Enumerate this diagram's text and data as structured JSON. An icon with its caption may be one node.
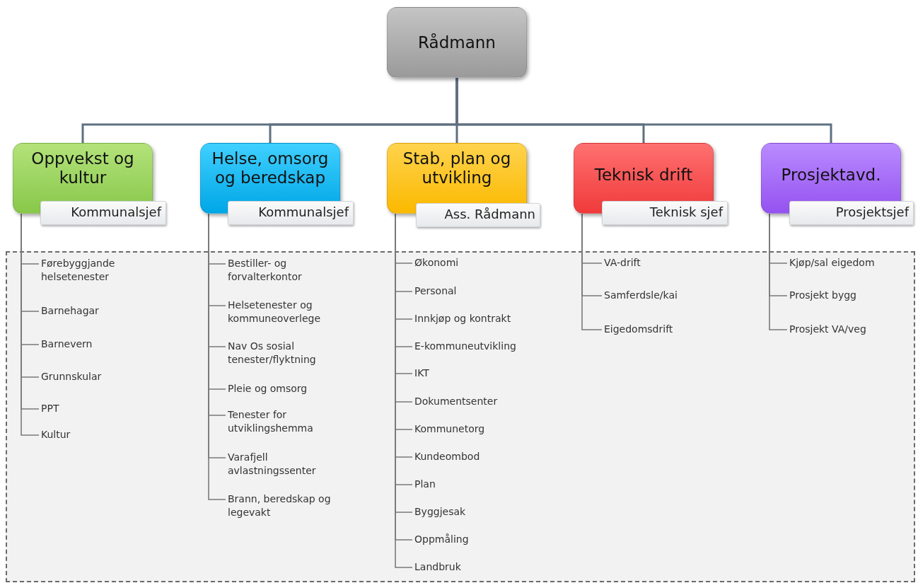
{
  "diagram": {
    "nodes": [
      {
        "text": [
          "Rådmann"
        ]
      },
      {
        "text": [
          "Oppvekst og kultur",
          "Kommunalsjef"
        ]
      },
      {
        "text": [
          "Helse, omsorg og beredskap",
          "Kommunalsjef"
        ]
      },
      {
        "text": [
          "Stab, plan og utvikling",
          "Ass. Rådmann"
        ]
      },
      {
        "text": [
          "Teknisk drift",
          "Teknisk sjef"
        ]
      },
      {
        "text": [
          "Prosjektavd.",
          "Prosjektsjef"
        ]
      },
      {
        "text": [],
        "shape": "box"
      },
      {
        "text": [
          "Førebyggjande helsetenester"
        ],
        "in": 6
      },
      {
        "text": [
          "Barnehagar"
        ],
        "in": 6
      },
      {
        "text": [
          "Barnevern"
        ],
        "in": 6
      },
      {
        "text": [
          "Grunnskular"
        ],
        "in": 6
      },
      {
        "text": [
          "PPT"
        ],
        "in": 6
      },
      {
        "text": [
          "Kultur"
        ],
        "in": 6
      },
      {
        "text": [
          "Bestiller- og forvalterkontor"
        ],
        "in": 6
      },
      {
        "text": [
          "Helsetenester og kommuneoverlege"
        ],
        "in": 6
      },
      {
        "text": [
          "Nav Os sosial tenester/flyktning"
        ],
        "in": 6
      },
      {
        "text": [
          "Pleie og omsorg"
        ],
        "in": 6
      },
      {
        "text": [
          "Tenester for utviklingshemma"
        ],
        "in": 6
      },
      {
        "text": [
          "Varafjell avlastningssenter"
        ],
        "in": 6
      },
      {
        "text": [
          "Brann, beredskap og legevakt"
        ],
        "in": 6
      },
      {
        "text": [
          "Økonomi"
        ],
        "in": 6
      },
      {
        "text": [
          "Personal"
        ],
        "in": 6
      },
      {
        "text": [
          "Innkjøp og kontrakt"
        ],
        "in": 6
      },
      {
        "text": [
          "E-kommuneutvikling"
        ],
        "in": 6
      },
      {
        "text": [
          "IKT"
        ],
        "in": 6
      },
      {
        "text": [
          "Dokumentsenter"
        ],
        "in": 6
      },
      {
        "text": [
          "Kommunetorg"
        ],
        "in": 6
      },
      {
        "text": [
          "Kundeombod"
        ],
        "in": 6
      },
      {
        "text": [
          "Plan"
        ],
        "in": 6
      },
      {
        "text": [
          "Byggjesak"
        ],
        "in": 6
      },
      {
        "text": [
          "Oppmåling"
        ],
        "in": 6
      },
      {
        "text": [
          "Landbruk"
        ],
        "in": 6
      },
      {
        "text": [
          "VA-drift"
        ],
        "in": 6
      },
      {
        "text": [
          "Samferdsle/kai"
        ],
        "in": 6
      },
      {
        "text": [
          "Eigedomsdrift"
        ],
        "in": 6
      },
      {
        "text": [
          "Kjøp/sal eigedom"
        ],
        "in": 6
      },
      {
        "text": [
          "Prosjekt bygg"
        ],
        "in": 6
      },
      {
        "text": [
          "Prosjekt VA/veg"
        ],
        "in": 6
      }
    ],
    "edges": [
      {
        "from": 0,
        "to": 1,
        "arrow": "none"
      },
      {
        "from": 0,
        "to": 2,
        "arrow": "none"
      },
      {
        "from": 0,
        "to": 3,
        "arrow": "none"
      },
      {
        "from": 0,
        "to": 4,
        "arrow": "none"
      },
      {
        "from": 0,
        "to": 5,
        "arrow": "none"
      },
      {
        "from": 1,
        "to": 7,
        "arrow": "none"
      },
      {
        "from": 1,
        "to": 8,
        "arrow": "none"
      },
      {
        "from": 1,
        "to": 9,
        "arrow": "none"
      },
      {
        "from": 1,
        "to": 10,
        "arrow": "none"
      },
      {
        "from": 1,
        "to": 11,
        "arrow": "none"
      },
      {
        "from": 1,
        "to": 12,
        "arrow": "none"
      },
      {
        "from": 2,
        "to": 13,
        "arrow": "none"
      },
      {
        "from": 2,
        "to": 14,
        "arrow": "none"
      },
      {
        "from": 2,
        "to": 15,
        "arrow": "none"
      },
      {
        "from": 2,
        "to": 16,
        "arrow": "none"
      },
      {
        "from": 2,
        "to": 17,
        "arrow": "none"
      },
      {
        "from": 2,
        "to": 18,
        "arrow": "none"
      },
      {
        "from": 2,
        "to": 19,
        "arrow": "none"
      },
      {
        "from": 3,
        "to": 20,
        "arrow": "none"
      },
      {
        "from": 3,
        "to": 21,
        "arrow": "none"
      },
      {
        "from": 3,
        "to": 22,
        "arrow": "none"
      },
      {
        "from": 3,
        "to": 23,
        "arrow": "none"
      },
      {
        "from": 3,
        "to": 24,
        "arrow": "none"
      },
      {
        "from": 3,
        "to": 25,
        "arrow": "none"
      },
      {
        "from": 3,
        "to": 26,
        "arrow": "none"
      },
      {
        "from": 3,
        "to": 27,
        "arrow": "none"
      },
      {
        "from": 3,
        "to": 28,
        "arrow": "none"
      },
      {
        "from": 3,
        "to": 29,
        "arrow": "none"
      },
      {
        "from": 3,
        "to": 30,
        "arrow": "none"
      },
      {
        "from": 3,
        "to": 31,
        "arrow": "none"
      },
      {
        "from": 4,
        "to": 32,
        "arrow": "none"
      },
      {
        "from": 4,
        "to": 33,
        "arrow": "none"
      },
      {
        "from": 4,
        "to": 34,
        "arrow": "none"
      },
      {
        "from": 5,
        "to": 35,
        "arrow": "none"
      },
      {
        "from": 5,
        "to": 36,
        "arrow": "none"
      },
      {
        "from": 5,
        "to": 37,
        "arrow": "none"
      }
    ]
  }
}
